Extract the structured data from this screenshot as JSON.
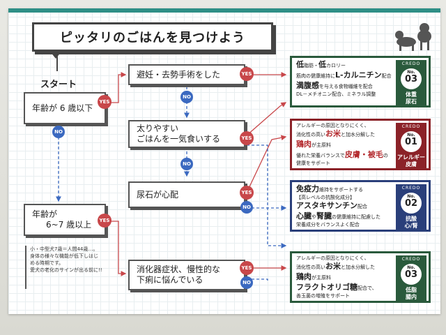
{
  "title": "ピッタリのごはんを見つけよう",
  "start_label": "スタート",
  "yes": "YES",
  "no": "NO",
  "questions": {
    "q1": "年齢が 6 歳以下",
    "q2": "避妊・去勢手術をした",
    "q3a": "太りやすい",
    "q3b": "ごはんを一気食いする",
    "q4": "尿石が心配",
    "q5a": "年齢が",
    "q5b": "6~7 歳以上",
    "q6a": "消化器症状、慢性的な",
    "q6b": "下痢に悩んでいる"
  },
  "note": {
    "line1": "小・中型犬7歳＝人間44歳…。",
    "line2": "身体の様々な機能が低下しはじ",
    "line3": "める時期です。",
    "line4": "愛犬の老化のサインが出る前に!!"
  },
  "cards": [
    {
      "color": "#2a5a3c",
      "brand": "CREDO",
      "no_label": "No.",
      "number": "03",
      "tag1": "体重",
      "tag2": "尿石",
      "l1a": "低",
      "l1b": "脂肪・",
      "l1c": "低",
      "l1d": "カロリー",
      "l2a": "筋肉の健康維持に",
      "l2b": "L-カルニチン",
      "l2c": "配合",
      "l3a": "満腹感",
      "l3b": "を与える食物繊維を配合",
      "l4": "DL－メチオニン配合、ミネラル調整"
    },
    {
      "color": "#8b2228",
      "brand": "CREDO",
      "no_label": "No.",
      "number": "01",
      "tag1": "アレルギー",
      "tag2": "皮膚",
      "l1": "アレルギーの原因となりにくく、",
      "l2a": "消化性の高い",
      "l2b": "お米",
      "l2c": "と加水分解した",
      "l3a": "鶏肉",
      "l3b": "が主原料",
      "l4a": "優れた栄養バランスで",
      "l4b": "皮膚・被毛",
      "l4c": "の",
      "l5": "健康をサポート"
    },
    {
      "color": "#2a3f7a",
      "brand": "CREDO",
      "no_label": "No.",
      "number": "02",
      "tag1": "抗酸",
      "tag2": "心/腎",
      "l1a": "免疫力",
      "l1b": "維持をサポートする",
      "l2": "【高レベルの抗酸化成分】",
      "l3a": "アスタキサンチン",
      "l3b": "配合",
      "l4a": "心臓",
      "l4b": "や",
      "l4c": "腎臓",
      "l4d": "の健康維持に配慮した",
      "l5": "栄養成分をバランスよく配合"
    },
    {
      "color": "#2a5a3c",
      "brand": "CREDO",
      "no_label": "No.",
      "number": "03",
      "tag1": "低脂",
      "tag2": "腸内",
      "l1": "アレルギーの原因となりにくく、",
      "l2a": "消化性の高い",
      "l2b": "お米",
      "l2c": "と加水分解した",
      "l3a": "鶏肉",
      "l3b": "が主原料",
      "l4a": "フラクトオリゴ糖",
      "l4b": "配合で、",
      "l5": "善玉菌の増殖をサポート"
    }
  ]
}
